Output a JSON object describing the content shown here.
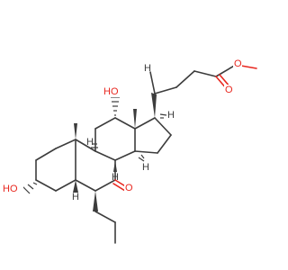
{
  "molecule": {
    "labels": {
      "oh_top": "HO",
      "oh_left": "HO",
      "ketone_o": "O",
      "ester_carbonyl_o": "O",
      "ester_o": "O",
      "h_8": "H",
      "h_9": "H",
      "h_14": "H",
      "h_17": "H",
      "h_5": "H",
      "h_20": "H"
    },
    "colors": {
      "bond": "#3c3c3c",
      "heteroatom": "#e8271f"
    }
  }
}
